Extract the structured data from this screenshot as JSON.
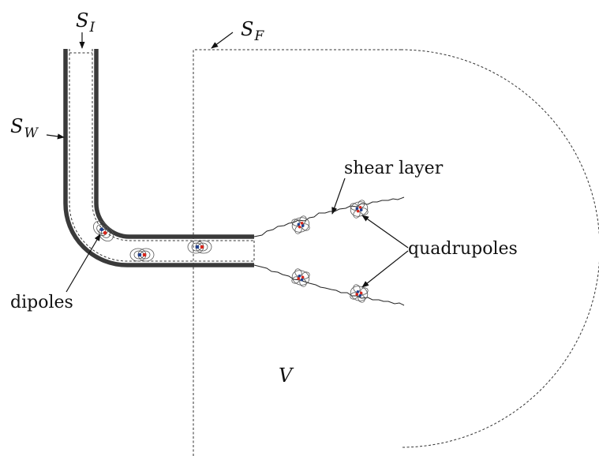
{
  "labels": {
    "s_i": {
      "main": "S",
      "sub": "I"
    },
    "s_f": {
      "main": "S",
      "sub": "F"
    },
    "s_w": {
      "main": "S",
      "sub": "W"
    },
    "shear_layer": "shear layer",
    "quadrupoles": "quadrupoles",
    "dipoles": "dipoles",
    "volume": "V"
  },
  "colors": {
    "wall": "#3a3a3a",
    "positive_charge": "#d9261c",
    "negative_charge": "#1f3f8f"
  }
}
